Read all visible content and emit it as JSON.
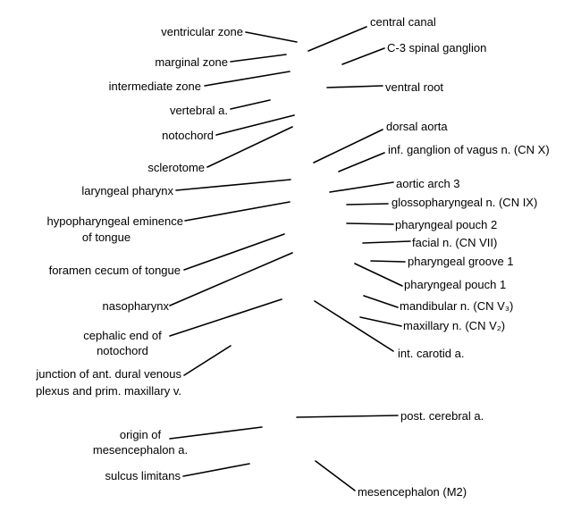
{
  "left_labels": {
    "ventricular_zone": "ventricular zone",
    "marginal_zone": "marginal zone",
    "intermediate_zone": "intermediate zone",
    "vertebral_a": "vertebral a.",
    "notochord": "notochord",
    "sclerotome": "sclerotome",
    "laryngeal_pharynx": "laryngeal pharynx",
    "hypopharyngeal_1": "hypopharyngeal eminence",
    "hypopharyngeal_2": "of tongue",
    "foramen_cecum": "foramen cecum of tongue",
    "nasopharynx": "nasopharynx",
    "cephalic_1": "cephalic end of",
    "cephalic_2": "notochord",
    "junction_1": "junction of ant. dural venous",
    "junction_2": "plexus and prim. maxillary v.",
    "origin_1": "origin of",
    "origin_2": "mesencephalon a.",
    "sulcus_limitans": "sulcus limitans"
  },
  "right_labels": {
    "central_canal": "central canal",
    "c3_spinal_ganglion": "C-3 spinal ganglion",
    "ventral_root": "ventral root",
    "dorsal_aorta": "dorsal aorta",
    "inf_ganglion_vagus": "inf. ganglion of vagus n. (CN X)",
    "aortic_arch_3": "aortic arch 3",
    "glossopharyngeal": "glossopharyngeal n. (CN IX)",
    "pharyngeal_pouch_2": "pharyngeal pouch 2",
    "facial_n": "facial n. (CN VII)",
    "pharyngeal_groove_1": "pharyngeal groove 1",
    "pharyngeal_pouch_1": "pharyngeal pouch 1",
    "mandibular_n": "mandibular n. (CN V₃)",
    "maxillary_n": "maxillary n. (CN V₂)",
    "int_carotid": "int. carotid a.",
    "post_cerebral": "post. cerebral a.",
    "mesencephalon_m2": "mesencephalon (M2)"
  }
}
